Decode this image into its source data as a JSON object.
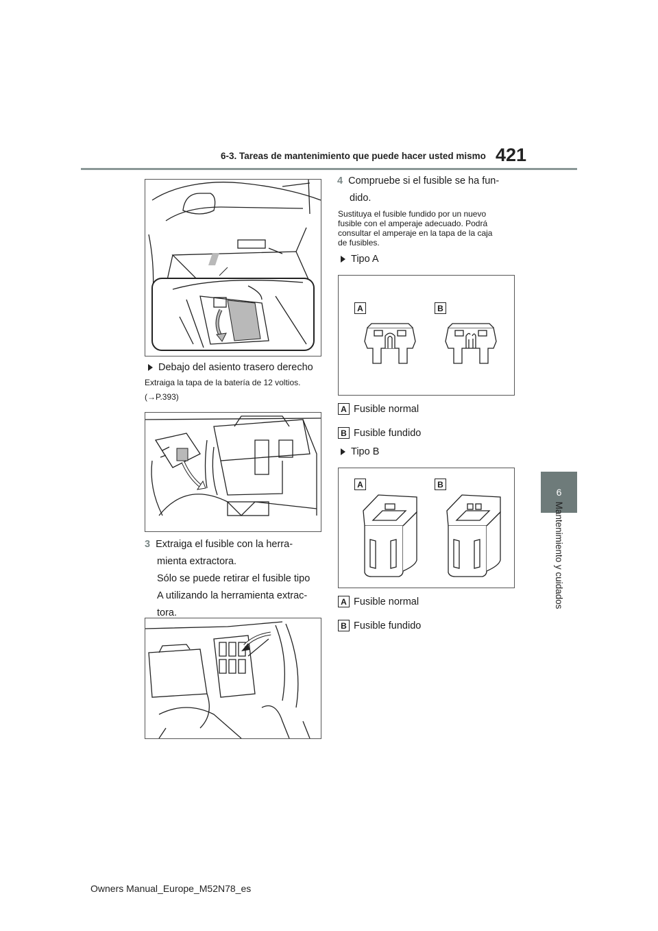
{
  "header": {
    "section": "6-3. Tareas de mantenimiento que puede hacer usted mismo",
    "page_number": "421"
  },
  "side_tab": {
    "chapter_number": "6",
    "chapter_title": "Mantenimiento y cuidados"
  },
  "left": {
    "bullet_rear_seat": "Debajo del asiento trasero derecho",
    "note_battery": "Extraiga la tapa de la batería de 12 voltios.",
    "ref": "(→P.393)",
    "step3": {
      "number": "3",
      "lines": [
        "Extraiga el fusible con la herra-",
        "mienta extractora.",
        "Sólo se puede retirar el fusible tipo",
        "A utilizando la herramienta extrac-",
        "tora."
      ]
    }
  },
  "right": {
    "step4": {
      "number": "4",
      "lines": [
        "Compruebe si el fusible se ha fun-",
        "dido."
      ]
    },
    "note_replace": [
      "Sustituya el fusible fundido por un nuevo",
      "fusible con el amperaje adecuado. Podrá",
      "consultar el amperaje en la tapa de la caja",
      "de fusibles."
    ],
    "type_a": {
      "title": "Tipo A",
      "label_a": "A",
      "label_b": "B",
      "legend_a": "Fusible normal",
      "legend_b": "Fusible fundido"
    },
    "type_b": {
      "title": "Tipo B",
      "label_a": "A",
      "label_b": "B",
      "legend_a": "Fusible normal",
      "legend_b": "Fusible fundido"
    }
  },
  "footer": {
    "text": "Owners Manual_Europe_M52N78_es"
  },
  "colors": {
    "accent_gray": "#6e7b7a",
    "rule": "#8a9796",
    "highlight": "#b9b9b9"
  }
}
